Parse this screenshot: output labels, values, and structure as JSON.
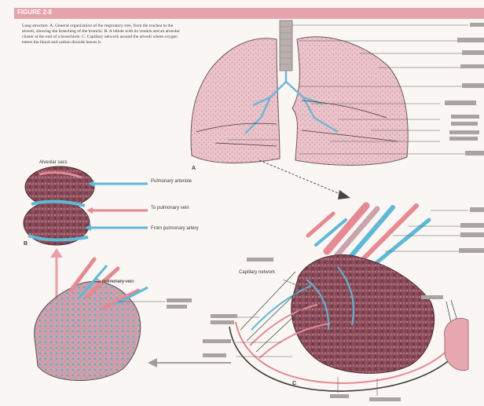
{
  "header": {
    "label": "FIGURE 2-8",
    "color": "#e5a3ad"
  },
  "intro": {
    "text": "Lung structure. A. General organization of the respiratory tree, from the trachea to the alveoli, showing the branching of the bronchi. B. A lobule with its vessels and an alveolar cluster at the end of a bronchiole. C. Capillary network around the alveoli where oxygen enters the blood and carbon dioxide leaves it."
  },
  "figure": {
    "panel_letters": [
      "A",
      "B",
      "C"
    ],
    "lobule_labels": [
      "Alveolar sacs",
      "Pulmonary arteriole",
      "To pulmonary vein",
      "From pulmonary artery"
    ],
    "cluster_labels": [
      "To pulmonary vein",
      "Capillary network"
    ],
    "colors": {
      "lung": "#e9bcc4",
      "artery": "#e58a92",
      "vein": "#5fb8d6",
      "alveoli": "#9c5b6a",
      "arrow": "#e9a0a8"
    }
  }
}
